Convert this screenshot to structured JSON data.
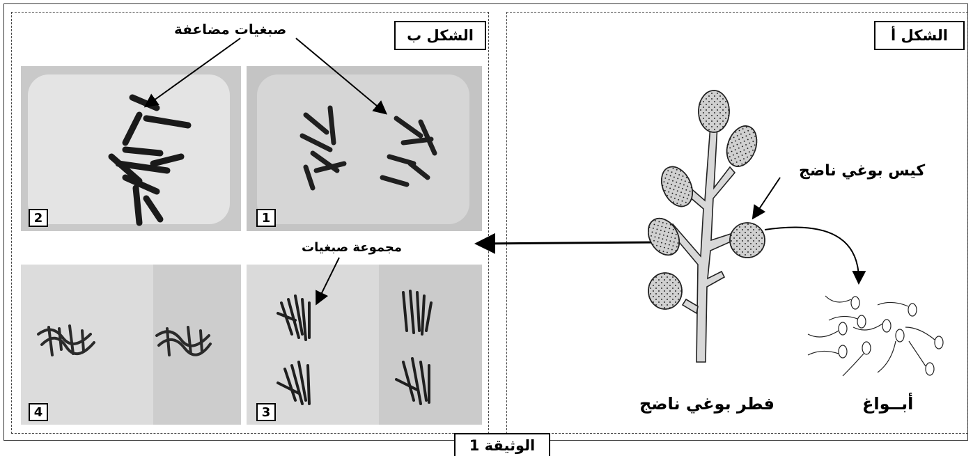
{
  "document_label": "الوثيقة 1",
  "figure_a": {
    "title": "الشكل أ",
    "labels": {
      "mature_sporangium": "كيس بوغي ناضج",
      "mature_fungus": "فطر بوغي ناضج",
      "spores": "أبــواغ"
    }
  },
  "figure_b": {
    "title": "الشكل ب",
    "labels": {
      "duplicated_chromosomes": "صبغيات مضاعفة",
      "chromosome_group": "مجموعة صبغيات"
    },
    "photo_numbers": [
      "1",
      "2",
      "3",
      "4"
    ]
  }
}
